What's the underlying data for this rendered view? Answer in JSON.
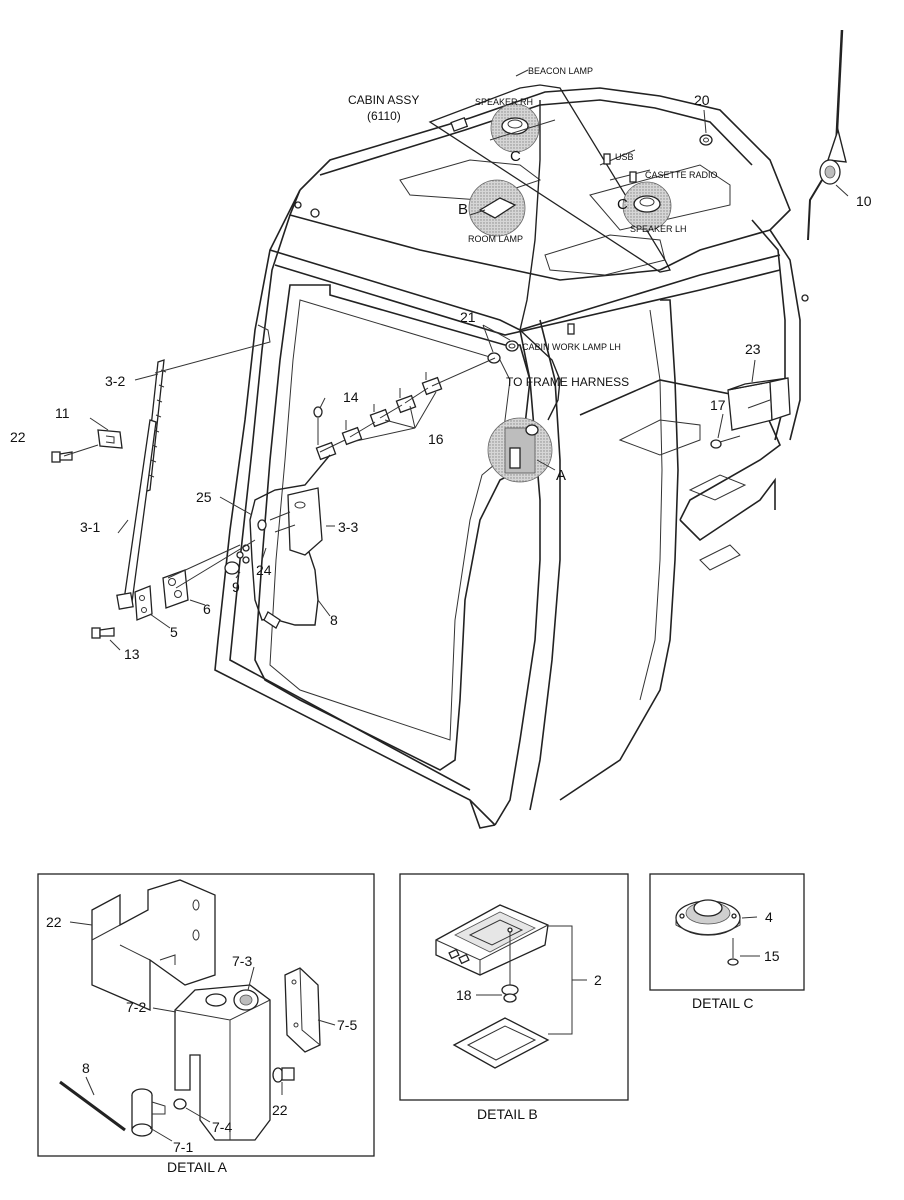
{
  "diagram": {
    "callouts": {
      "beacon_lamp": "BEACON LAMP",
      "cabin_assy": "CABIN ASSY",
      "cabin_assy_code": "(6110)",
      "speaker_rh": "SPEAKER RH",
      "speaker_lh": "SPEAKER LH",
      "usb": "USB",
      "casette_radio": "CASETTE RADIO",
      "room_lamp": "ROOM LAMP",
      "cabin_work_lamp_lh": "CABIN WORK LAMP LH",
      "to_frame_harness": "TO FRAME HARNESS"
    },
    "letters": {
      "a": "A",
      "b": "B",
      "c1": "C",
      "c2": "C"
    },
    "part_numbers": {
      "p20": "20",
      "p10": "10",
      "p21": "21",
      "p23": "23",
      "p17": "17",
      "p14": "14",
      "p16": "16",
      "p3_2": "3-2",
      "p11": "11",
      "p22": "22",
      "p25": "25",
      "p3_3": "3-3",
      "p24": "24",
      "p9": "9",
      "p3_1": "3-1",
      "p6": "6",
      "p5": "5",
      "p13": "13",
      "p8": "8"
    },
    "details": {
      "a": {
        "title": "DETAIL A",
        "parts": {
          "p22a": "22",
          "p7_3": "7-3",
          "p7_2": "7-2",
          "p7_5": "7-5",
          "p8": "8",
          "p22b": "22",
          "p7_4": "7-4",
          "p7_1": "7-1"
        }
      },
      "b": {
        "title": "DETAIL B",
        "parts": {
          "p2": "2",
          "p18": "18"
        }
      },
      "c": {
        "title": "DETAIL C",
        "parts": {
          "p4": "4",
          "p15": "15"
        }
      }
    }
  }
}
